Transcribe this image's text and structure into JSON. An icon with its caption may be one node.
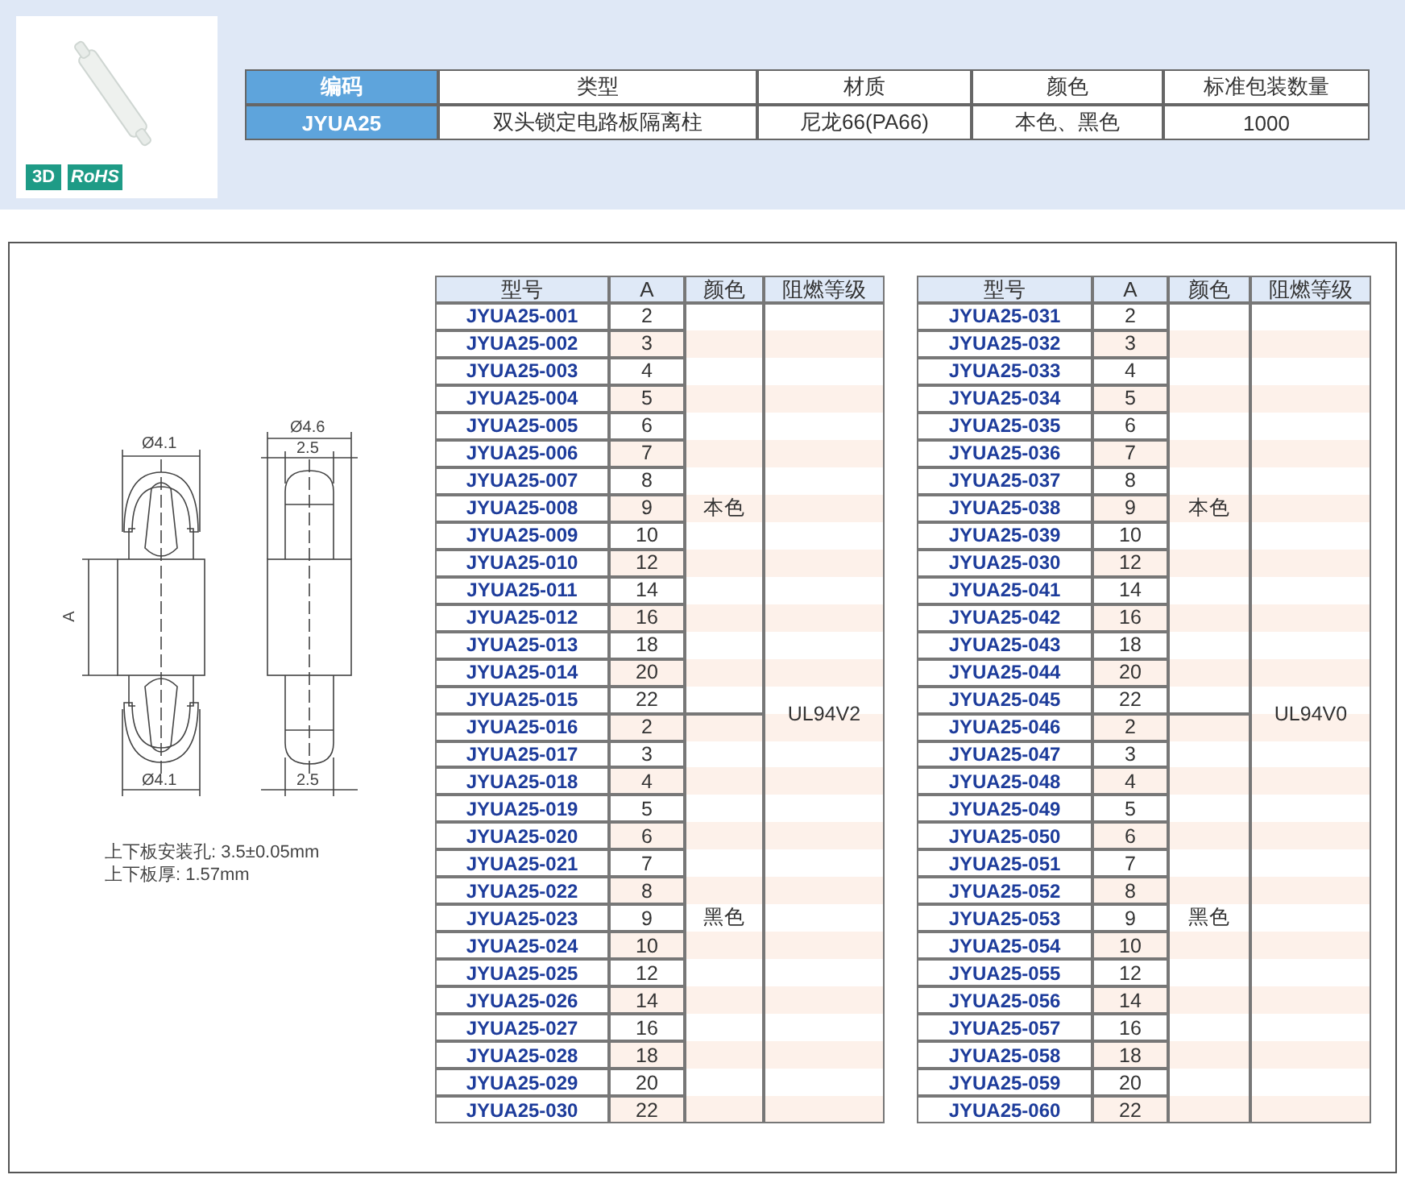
{
  "diagram": {
    "labels": [
      "编码",
      "类型",
      "材质",
      "颜色",
      "标准包装数量",
      "JYUA25",
      "双头锁定电路板隔离柱",
      "尼龙66(PA66)",
      "本色、黑色",
      "1000",
      "3D",
      "RoHS",
      "Ø4.1",
      "Ø4.6",
      "2.5",
      "A",
      "Ø4.1",
      "2.5",
      "上下板安装孔: 3.5±0.05mm",
      "上下板厚: 1.57mm",
      "型号",
      "A",
      "颜色",
      "阻燃等级",
      "JYUA25-001",
      "2",
      "本色",
      "UL94V2",
      "JYUA25-002",
      "3",
      "JYUA25-003",
      "4",
      "JYUA25-004",
      "5",
      "JYUA25-005",
      "6",
      "JYUA25-006",
      "7",
      "JYUA25-007",
      "8",
      "JYUA25-008",
      "9",
      "JYUA25-009",
      "10",
      "JYUA25-010",
      "12",
      "JYUA25-011",
      "14",
      "JYUA25-012",
      "16",
      "JYUA25-013",
      "18",
      "JYUA25-014",
      "20",
      "JYUA25-015",
      "22",
      "JYUA25-016",
      "2",
      "黑色",
      "JYUA25-017",
      "3",
      "JYUA25-018",
      "4",
      "JYUA25-019",
      "5",
      "JYUA25-020",
      "6",
      "JYUA25-021",
      "7",
      "JYUA25-022",
      "8",
      "JYUA25-023",
      "9",
      "JYUA25-024",
      "10",
      "JYUA25-025",
      "12",
      "JYUA25-026",
      "14",
      "JYUA25-027",
      "16",
      "JYUA25-028",
      "18",
      "JYUA25-029",
      "20",
      "JYUA25-030",
      "22",
      "型号",
      "A",
      "颜色",
      "阻燃等级",
      "JYUA25-031",
      "2",
      "本色",
      "UL94V0",
      "JYUA25-032",
      "3",
      "JYUA25-033",
      "4",
      "JYUA25-034",
      "5",
      "JYUA25-035",
      "6",
      "JYUA25-036",
      "7",
      "JYUA25-037",
      "8",
      "JYUA25-038",
      "9",
      "JYUA25-039",
      "10",
      "JYUA25-030",
      "12",
      "JYUA25-041",
      "14",
      "JYUA25-042",
      "16",
      "JYUA25-043",
      "18",
      "JYUA25-044",
      "20",
      "JYUA25-045",
      "22",
      "JYUA25-046",
      "2",
      "黑色",
      "JYUA25-047",
      "3",
      "JYUA25-048",
      "4",
      "JYUA25-049",
      "5",
      "JYUA25-050",
      "6",
      "JYUA25-051",
      "7",
      "JYUA25-052",
      "8",
      "JYUA25-053",
      "9",
      "JYUA25-054",
      "10",
      "JYUA25-055",
      "12",
      "JYUA25-056",
      "14",
      "JYUA25-057",
      "16",
      "JYUA25-058",
      "18",
      "JYUA25-059",
      "20",
      "JYUA25-060",
      "22"
    ]
  }
}
